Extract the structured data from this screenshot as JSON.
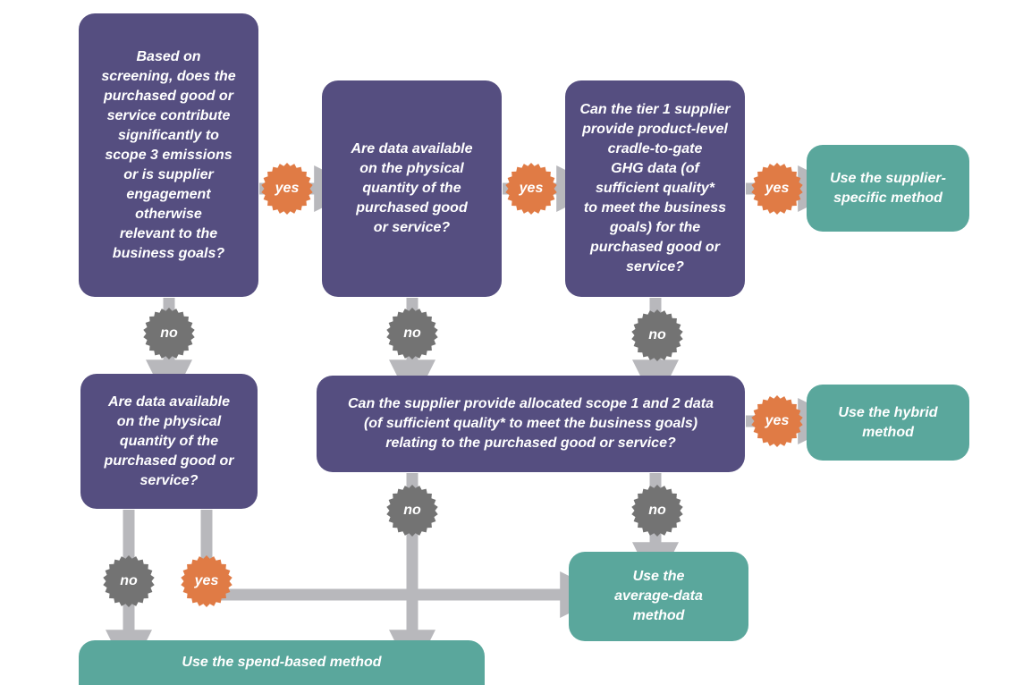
{
  "questions": {
    "q1": "Based on\nscreening, does the\npurchased good or\nservice contribute\nsignificantly to\nscope 3 emissions\nor is supplier\nengagement\notherwise\nrelevant to the\nbusiness goals?",
    "q2": "Are data available\non the physical\nquantity of the\npurchased good\nor service?",
    "q3": "Can the tier 1 supplier\nprovide product-level\ncradle-to-gate\nGHG data (of\nsufficient quality*\nto meet the business\ngoals) for the\npurchased good or\nservice?",
    "q4": "Are data available\non the physical\nquantity of the\npurchased good or\nservice?",
    "q5": "Can the supplier provide allocated scope 1 and 2 data\n(of sufficient quality* to meet the business goals)\nrelating to the purchased good or service?"
  },
  "results": {
    "supplier_specific": "Use the supplier-\nspecific method",
    "hybrid": "Use the hybrid\nmethod",
    "average_data": "Use the\naverage-data\nmethod",
    "spend_based": "Use the spend-based method"
  },
  "answers": {
    "yes": "yes",
    "no": "no"
  },
  "colors": {
    "question": "#554e80",
    "result": "#5aa79c",
    "yes_badge": "#e07b45",
    "no_badge": "#737373",
    "connector": "#b8b8bc"
  }
}
